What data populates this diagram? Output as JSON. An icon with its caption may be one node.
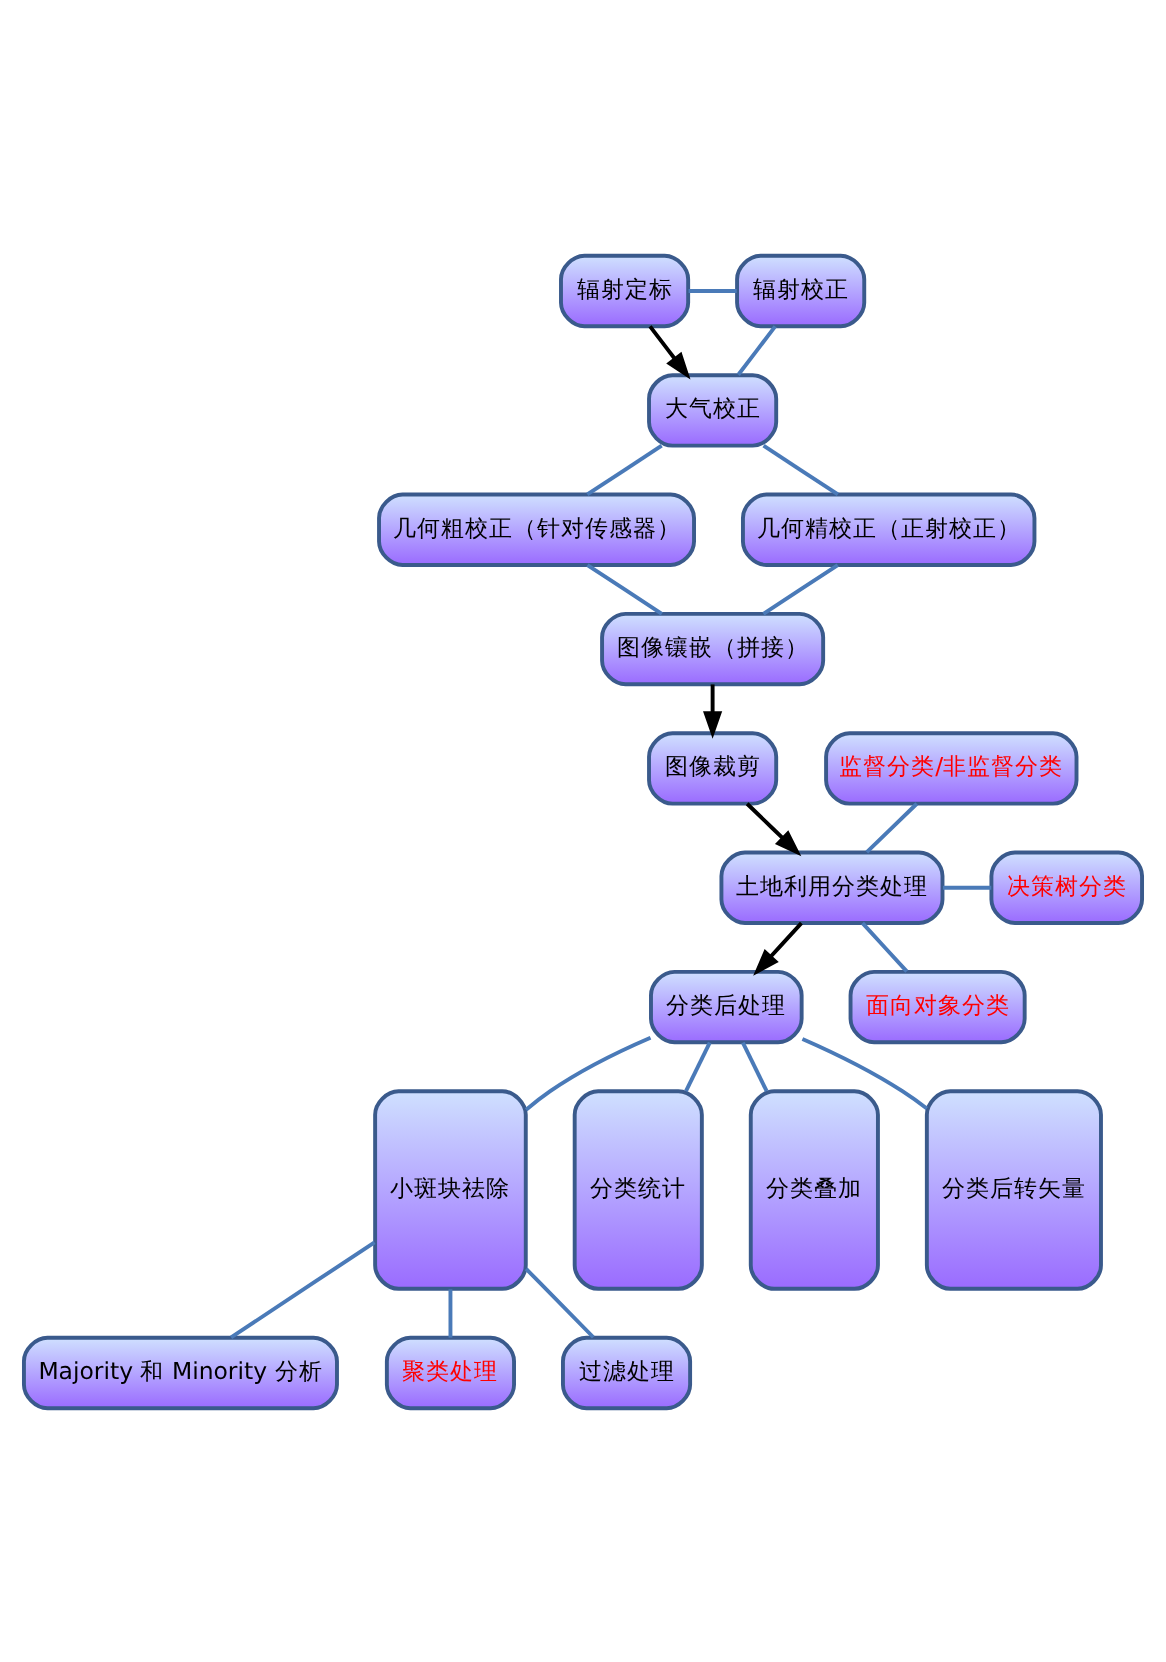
{
  "diagram": {
    "nodes": [
      {
        "text": [
          "辐射定标"
        ]
      },
      {
        "text": [
          "大气校正"
        ]
      },
      {
        "text": [
          "辐射校正"
        ]
      },
      {
        "text": [
          "几何粗校正（针对传感器）"
        ]
      },
      {
        "text": [
          "几何精校正（正射校正）"
        ]
      },
      {
        "text": [
          "图像镶嵌（拼接）"
        ]
      },
      {
        "text": [
          "图像裁剪"
        ]
      },
      {
        "text": [
          "土地利用分类处理"
        ]
      },
      {
        "text": [
          "分类后处理"
        ]
      },
      {
        "text": [
          "监督分类/非监督分类"
        ]
      },
      {
        "text": [
          "决策树分类"
        ]
      },
      {
        "text": [
          "面向对象分类"
        ]
      },
      {
        "text": [
          "Majority 和 Minority 分析"
        ]
      },
      {
        "text": [
          "聚类处理"
        ]
      },
      {
        "text": [
          "过滤处理"
        ]
      },
      {
        "text": [
          "小斑块祛除"
        ]
      },
      {
        "text": [
          "分类统计"
        ]
      },
      {
        "text": [
          "分类叠加"
        ]
      },
      {
        "text": [
          "分类后转矢量"
        ]
      }
    ],
    "edges": [
      {
        "from": 0,
        "to": 1,
        "arrow": "to",
        "color": "#000000"
      },
      {
        "from": 0,
        "to": 2,
        "arrow": "none"
      },
      {
        "from": 1,
        "to": 2,
        "arrow": "none"
      },
      {
        "from": 1,
        "to": 3,
        "arrow": "none"
      },
      {
        "from": 1,
        "to": 4,
        "arrow": "none"
      },
      {
        "from": 3,
        "to": 5,
        "arrow": "none"
      },
      {
        "from": 4,
        "to": 5,
        "arrow": "none"
      },
      {
        "from": 5,
        "to": 6,
        "arrow": "to",
        "color": "#000000"
      },
      {
        "from": 6,
        "to": 7,
        "arrow": "to",
        "color": "#000000"
      },
      {
        "from": 7,
        "to": 8,
        "arrow": "to",
        "color": "#000000"
      },
      {
        "from": 7,
        "to": 9,
        "arrow": "none"
      },
      {
        "from": 7,
        "to": 10,
        "arrow": "none"
      },
      {
        "from": 7,
        "to": 11,
        "arrow": "none"
      },
      {
        "from": 8,
        "to": 15,
        "arrow": "none"
      },
      {
        "from": 8,
        "to": 16,
        "arrow": "none"
      },
      {
        "from": 8,
        "to": 17,
        "arrow": "none"
      },
      {
        "from": 8,
        "to": 18,
        "arrow": "none"
      },
      {
        "from": 15,
        "to": 12,
        "arrow": "none"
      },
      {
        "from": 15,
        "to": 13,
        "arrow": "none"
      },
      {
        "from": 15,
        "to": 14,
        "arrow": "none"
      }
    ]
  }
}
